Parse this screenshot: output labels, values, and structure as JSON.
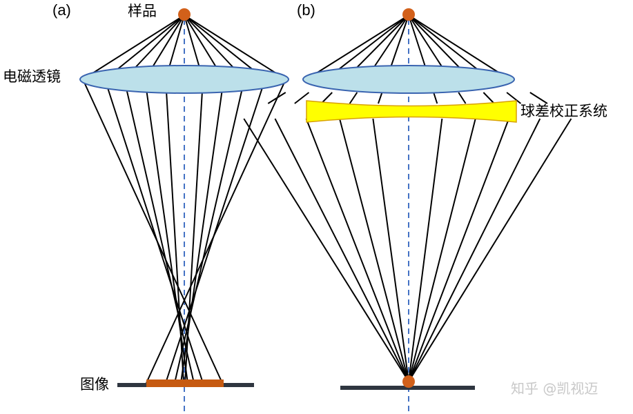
{
  "panels": {
    "a": {
      "label": "(a)",
      "sample": "样品",
      "lens": "电磁透镜",
      "image": "图像"
    },
    "b": {
      "label": "(b)",
      "corrector": "球差校正系统"
    }
  },
  "watermark": "知乎 @凯视迈",
  "colors": {
    "sample_dot": "#D2601A",
    "lens_fill": "#BCE0EA",
    "lens_stroke": "#3A64B0",
    "corrector_fill": "#FFFF00",
    "corrector_stroke": "#D8A000",
    "ray": "#000000",
    "axis": "#4472C4",
    "image_bar": "#2F3640",
    "blurred_image": "#C65A11"
  }
}
